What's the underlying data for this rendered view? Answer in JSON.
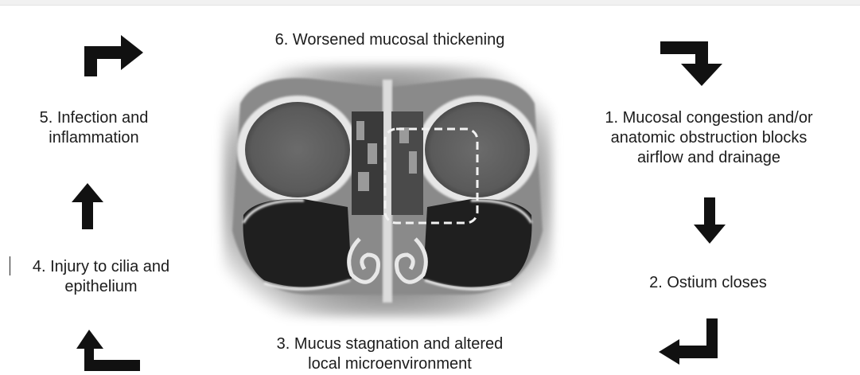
{
  "steps": {
    "s1": "1. Mucosal congestion and/or\nanatomic obstruction blocks\nairflow and drainage",
    "s2": "2. Ostium closes",
    "s3": "3. Mucus stagnation and altered\nlocal microenvironment",
    "s4": "4. Injury to cilia and\nepithelium",
    "s5": "5. Infection and\ninflammation",
    "s6": "6. Worsened mucosal thickening"
  },
  "colors": {
    "arrow": "#111111",
    "text": "#1c1c1c",
    "highlight_box": "#f2f2f2"
  },
  "icons": [
    "arrow-up-right-icon",
    "arrow-right-down-icon",
    "arrow-down-icon",
    "arrow-down-left-icon",
    "arrow-left-up-icon",
    "arrow-up-icon"
  ]
}
